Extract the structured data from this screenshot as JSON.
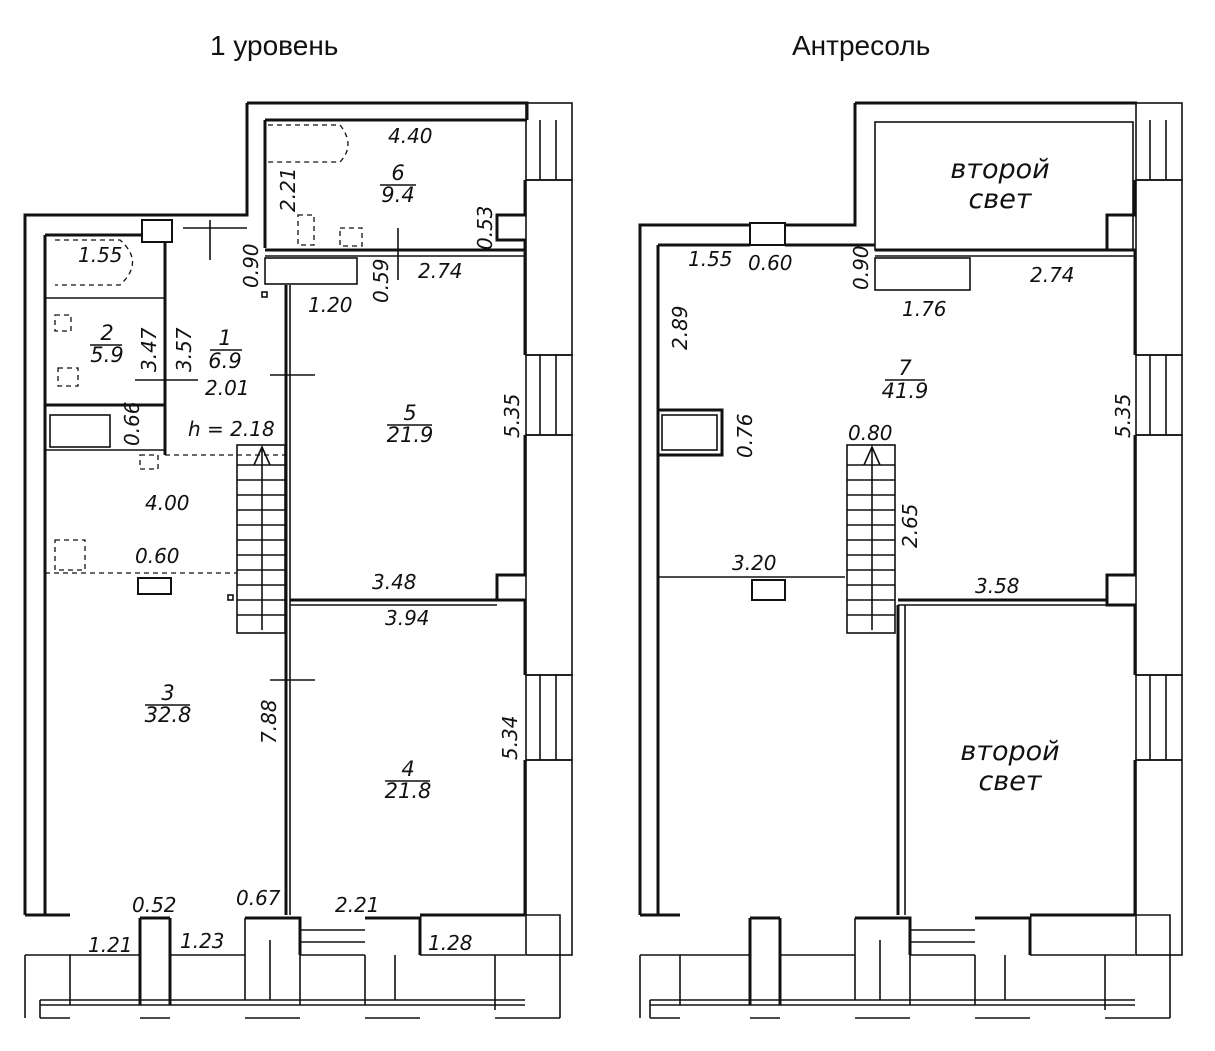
{
  "titles": {
    "level1": "1 уровень",
    "mezzanine": "Антресоль"
  },
  "level1": {
    "rooms": [
      {
        "num": "1",
        "area": "6.9"
      },
      {
        "num": "2",
        "area": "5.9"
      },
      {
        "num": "3",
        "area": "32.8"
      },
      {
        "num": "4",
        "area": "21.8"
      },
      {
        "num": "5",
        "area": "21.9"
      },
      {
        "num": "6",
        "area": "9.4"
      }
    ],
    "dims": {
      "d440": "4.40",
      "d221a": "2.21",
      "d053": "0.53",
      "d155": "1.55",
      "d090": "0.90",
      "d059": "0.59",
      "d274": "2.74",
      "d120": "1.20",
      "d347": "3.47",
      "d357": "3.57",
      "d201": "2.01",
      "d066": "0.66",
      "h": "h = 2.18",
      "d535": "5.35",
      "d400": "4.00",
      "d060": "0.60",
      "d348": "3.48",
      "d394": "3.94",
      "d788": "7.88",
      "d534": "5.34",
      "d052": "0.52",
      "d067": "0.67",
      "d221b": "2.21",
      "d121": "1.21",
      "d123": "1.23",
      "d128": "1.28"
    }
  },
  "mezzanine": {
    "rooms": [
      {
        "num": "7",
        "area": "41.9"
      }
    ],
    "second_light": [
      "второй",
      "свет"
    ],
    "dims": {
      "d155": "1.55",
      "d060": "0.60",
      "d090": "0.90",
      "d274": "2.74",
      "d176": "1.76",
      "d289": "2.89",
      "d076": "0.76",
      "d080": "0.80",
      "d535": "5.35",
      "d265": "2.65",
      "d320": "3.20",
      "d358": "3.58"
    }
  }
}
